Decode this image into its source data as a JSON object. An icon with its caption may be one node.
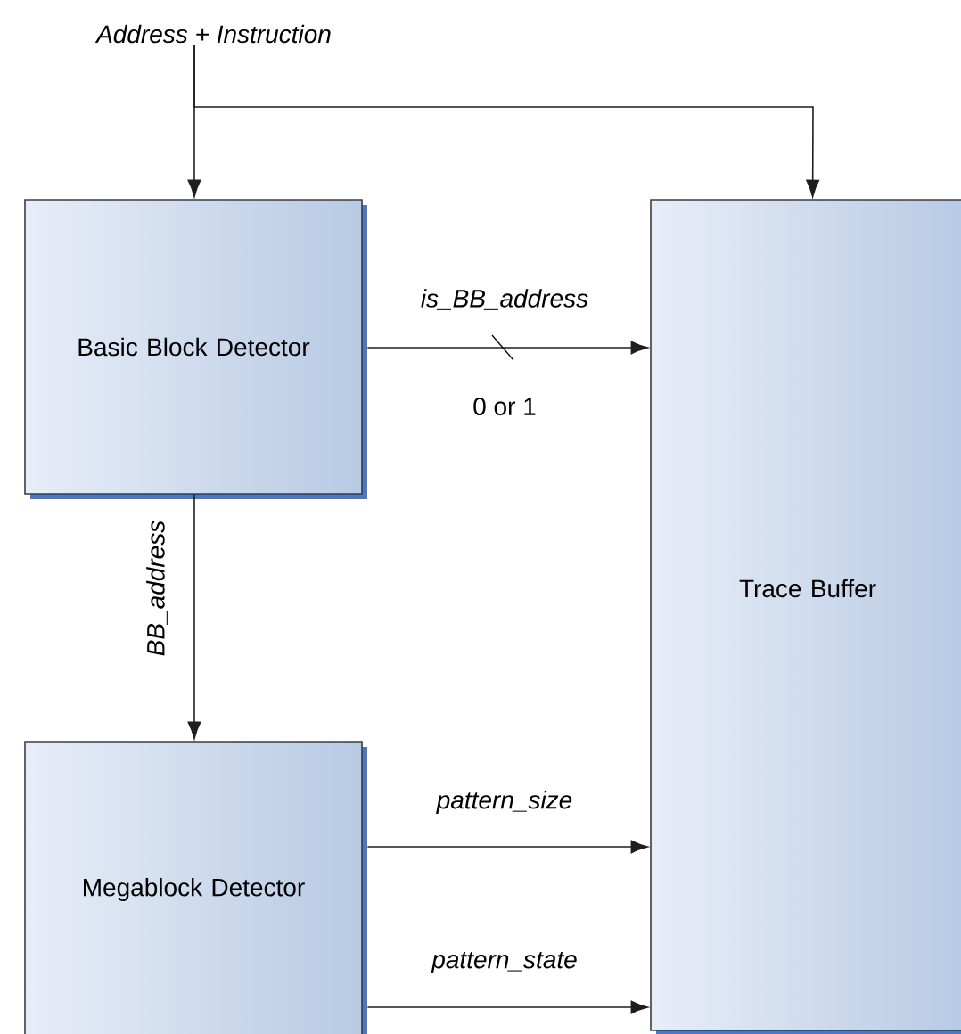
{
  "diagram": {
    "nodes": [
      {
        "text": [
          "Address + Instruction"
        ]
      },
      {
        "text": [
          "Basic Block Detector"
        ]
      },
      {
        "text": [
          "Megablock Detector"
        ]
      },
      {
        "text": [
          "Trace Buffer"
        ]
      }
    ],
    "edges": [
      {
        "from": 0,
        "to": 1,
        "arrow": "to"
      },
      {
        "from": 0,
        "to": 3,
        "arrow": "to"
      },
      {
        "from": 1,
        "to": 3,
        "arrow": "to",
        "label": "is_BB_address"
      },
      {
        "from": 1,
        "to": 2,
        "arrow": "to",
        "label": "BB_address"
      },
      {
        "from": 2,
        "to": 3,
        "arrow": "to",
        "label": "pattern_size"
      },
      {
        "from": 2,
        "to": 3,
        "arrow": "to",
        "label": "pattern_state"
      }
    ],
    "labels": [
      "0 or 1"
    ]
  }
}
